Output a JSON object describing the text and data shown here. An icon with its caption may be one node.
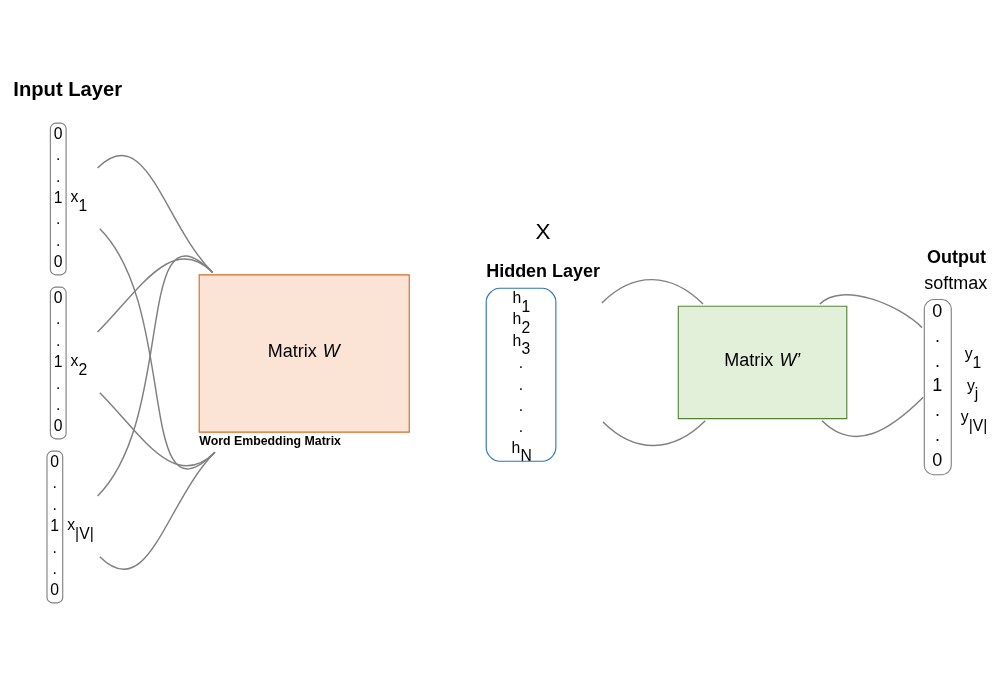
{
  "diagram": {
    "nodes": [
      {
        "text": [
          "0",
          ".",
          ".",
          "1",
          ".",
          ".",
          "0"
        ],
        "beside": [
          "x$_{1}$"
        ]
      },
      {
        "text": [
          "0",
          ".",
          ".",
          "1",
          ".",
          ".",
          "0"
        ],
        "beside": [
          "x$_{2}$"
        ]
      },
      {
        "text": [
          "0",
          ".",
          ".",
          "1",
          ".",
          ".",
          "0"
        ],
        "beside": [
          "x$_{|V|}$"
        ]
      },
      {
        "text": [
          "Matrix *W*"
        ],
        "beside": [
          "Word Embedding Matrix"
        ]
      },
      {
        "text": [
          "Hidden Layer",
          "h$_{1}$",
          "h$_{2}$",
          "h$_{3}$",
          ".",
          ".",
          ".",
          ".",
          "h$_{N}$"
        ]
      },
      {
        "text": [
          "Matrix *W’*"
        ]
      },
      {
        "text": [
          "Output",
          "softmax",
          "0",
          ".",
          ".",
          "1",
          ".",
          ".",
          "0"
        ],
        "beside": [
          "y$_{1}$",
          "y$_{j}$",
          "y$_{|V|}$"
        ]
      }
    ],
    "edges": [
      {
        "from": 0,
        "to": 3,
        "arrow": "none"
      },
      {
        "from": 0,
        "to": 3,
        "arrow": "none"
      },
      {
        "from": 1,
        "to": 3,
        "arrow": "none"
      },
      {
        "from": 1,
        "to": 3,
        "arrow": "none"
      },
      {
        "from": 2,
        "to": 3,
        "arrow": "none"
      },
      {
        "from": 2,
        "to": 3,
        "arrow": "none"
      },
      {
        "from": 4,
        "to": 5,
        "arrow": "none"
      },
      {
        "from": 4,
        "to": 5,
        "arrow": "none"
      },
      {
        "from": 5,
        "to": 6,
        "arrow": "none"
      },
      {
        "from": 5,
        "to": 6,
        "arrow": "none"
      }
    ],
    "labels": [
      "Input Layer",
      "X"
    ]
  }
}
